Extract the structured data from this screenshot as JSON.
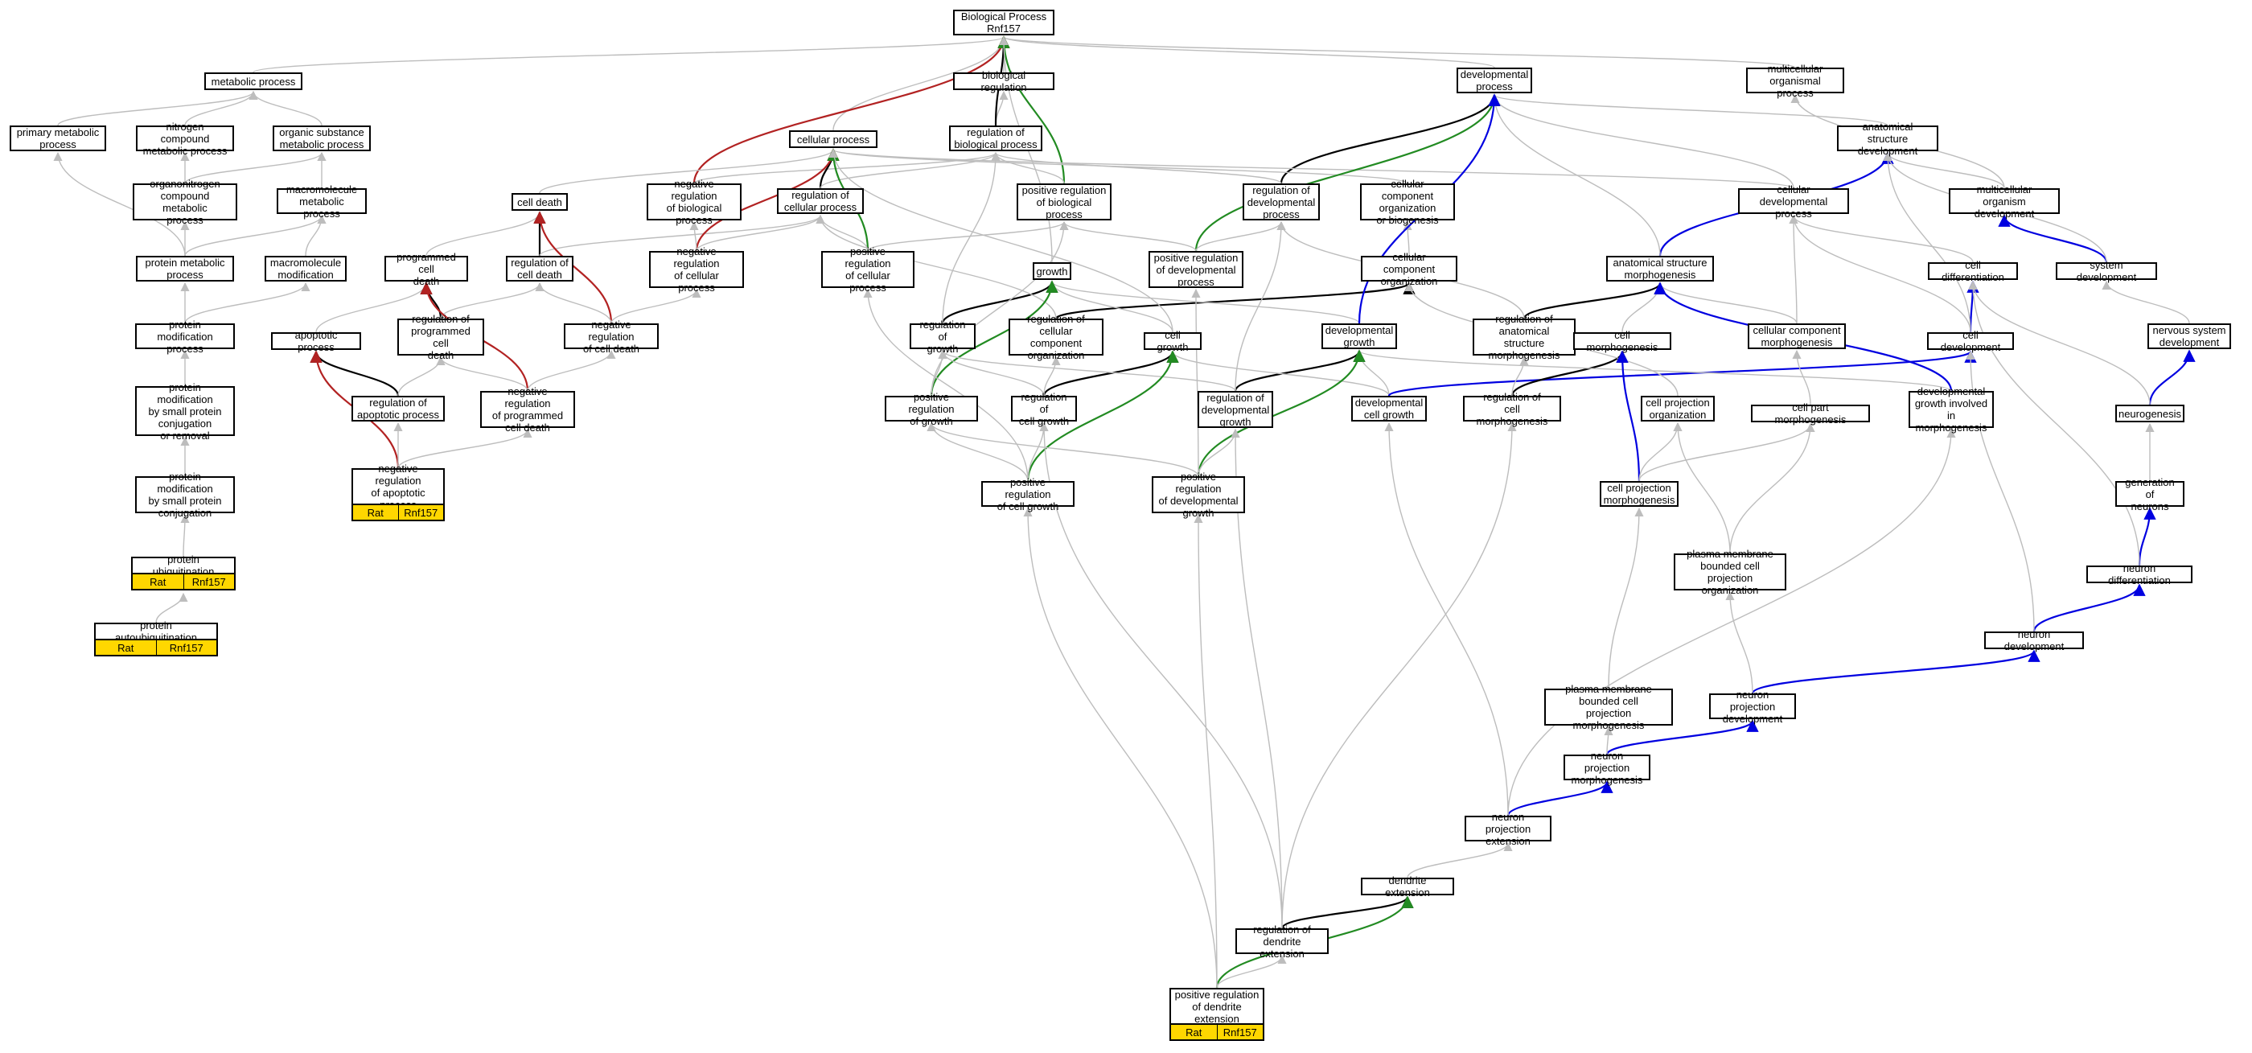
{
  "colors": {
    "gray": "#bdbdbd",
    "black": "#000000",
    "red": "#b22222",
    "green": "#228b22",
    "blue": "#0000e0",
    "annotation": "#ffd700"
  },
  "annotation_labels": {
    "species": "Rat",
    "gene": "Rnf157"
  },
  "nodes": [
    {
      "id": "root",
      "label": "Biological Process\nRnf157"
    },
    {
      "id": "metabolic",
      "label": "metabolic process"
    },
    {
      "id": "bioreg",
      "label": "biological regulation"
    },
    {
      "id": "devproc",
      "label": "developmental\nprocess"
    },
    {
      "id": "multiorg",
      "label": "multicellular\norganismal process"
    },
    {
      "id": "primmet",
      "label": "primary metabolic\nprocess"
    },
    {
      "id": "nitro",
      "label": "nitrogen compound\nmetabolic process"
    },
    {
      "id": "organic",
      "label": "organic substance\nmetabolic process"
    },
    {
      "id": "cellproc",
      "label": "cellular process"
    },
    {
      "id": "regbio",
      "label": "regulation of\nbiological process"
    },
    {
      "id": "anatdev",
      "label": "anatomical structure\ndevelopment"
    },
    {
      "id": "organonitro",
      "label": "organonitrogen\ncompound metabolic\nprocess"
    },
    {
      "id": "macromet",
      "label": "macromolecule\nmetabolic process"
    },
    {
      "id": "celldeath",
      "label": "cell death"
    },
    {
      "id": "negregbio",
      "label": "negative regulation\nof biological\nprocess"
    },
    {
      "id": "regcell",
      "label": "regulation of\ncellular process"
    },
    {
      "id": "posregbio",
      "label": "positive regulation\nof biological\nprocess"
    },
    {
      "id": "regdev",
      "label": "regulation of\ndevelopmental\nprocess"
    },
    {
      "id": "ccob",
      "label": "cellular component\norganization\nor biogenesis"
    },
    {
      "id": "celldevproc",
      "label": "cellular developmental\nprocess"
    },
    {
      "id": "multidev",
      "label": "multicellular\norganism development"
    },
    {
      "id": "protmet",
      "label": "protein metabolic\nprocess"
    },
    {
      "id": "macromod",
      "label": "macromolecule\nmodification"
    },
    {
      "id": "progdeath",
      "label": "programmed cell\ndeath"
    },
    {
      "id": "regcelldeath",
      "label": "regulation of\ncell death"
    },
    {
      "id": "negregcell",
      "label": "negative regulation\nof cellular\nprocess"
    },
    {
      "id": "posregcell",
      "label": "positive regulation\nof cellular\nprocess"
    },
    {
      "id": "growth",
      "label": "growth"
    },
    {
      "id": "posregdev",
      "label": "positive regulation\nof developmental\nprocess"
    },
    {
      "id": "cco",
      "label": "cellular component\norganization"
    },
    {
      "id": "asm",
      "label": "anatomical structure\nmorphogenesis"
    },
    {
      "id": "celldiff",
      "label": "cell differentiation"
    },
    {
      "id": "sysdev",
      "label": "system development"
    },
    {
      "id": "protmodproc",
      "label": "protein modification\nprocess"
    },
    {
      "id": "apoptotic",
      "label": "apoptotic process"
    },
    {
      "id": "regprogdeath",
      "label": "regulation of\nprogrammed cell\ndeath"
    },
    {
      "id": "negregcelldeath",
      "label": "negative regulation\nof cell death"
    },
    {
      "id": "reggrowth",
      "label": "regulation of\ngrowth"
    },
    {
      "id": "regcco",
      "label": "regulation of\ncellular component\norganization"
    },
    {
      "id": "cellgrowth",
      "label": "cell growth"
    },
    {
      "id": "devgrowth",
      "label": "developmental\ngrowth"
    },
    {
      "id": "regasm",
      "label": "regulation of\nanatomical structure\nmorphogenesis"
    },
    {
      "id": "cellmorph",
      "label": "cell morphogenesis"
    },
    {
      "id": "ccm",
      "label": "cellular component\nmorphogenesis"
    },
    {
      "id": "celldev",
      "label": "cell development"
    },
    {
      "id": "nsdev",
      "label": "nervous system\ndevelopment"
    },
    {
      "id": "protmodremoval",
      "label": "protein modification\nby small protein\nconjugation\nor removal"
    },
    {
      "id": "regapop",
      "label": "regulation of\napoptotic process"
    },
    {
      "id": "negregprogdeath",
      "label": "negative regulation\nof programmed\ncell death"
    },
    {
      "id": "posreggrowth",
      "label": "positive regulation\nof growth"
    },
    {
      "id": "regcellgrowth",
      "label": "regulation of\ncell growth"
    },
    {
      "id": "regdevgrowth",
      "label": "regulation of\ndevelopmental\ngrowth"
    },
    {
      "id": "devcellgrowth",
      "label": "developmental\ncell growth"
    },
    {
      "id": "regcellmorph",
      "label": "regulation of\ncell morphogenesis"
    },
    {
      "id": "cpo",
      "label": "cell projection\norganization"
    },
    {
      "id": "cpm",
      "label": "cell part morphogenesis"
    },
    {
      "id": "devgrowthmorph",
      "label": "developmental\ngrowth involved\nin morphogenesis"
    },
    {
      "id": "neurogenesis",
      "label": "neurogenesis"
    },
    {
      "id": "protmodconj",
      "label": "protein modification\nby small protein\nconjugation"
    },
    {
      "id": "negregapop",
      "label": "negative regulation\nof apoptotic\nprocess",
      "annotated": true
    },
    {
      "id": "posregcellgrowth",
      "label": "positive regulation\nof cell growth"
    },
    {
      "id": "posregdevgrowth",
      "label": "positive regulation\nof developmental\ngrowth"
    },
    {
      "id": "cellprojmorph",
      "label": "cell projection\nmorphogenesis"
    },
    {
      "id": "genneurons",
      "label": "generation of\nneurons"
    },
    {
      "id": "protubiq",
      "label": "protein ubiquitination",
      "annotated": true
    },
    {
      "id": "pmbcpo",
      "label": "plasma membrane\nbounded cell\nprojection organization"
    },
    {
      "id": "neurondiff",
      "label": "neuron differentiation"
    },
    {
      "id": "protautoubiq",
      "label": "protein autoubiquitination",
      "annotated": true
    },
    {
      "id": "neurondev",
      "label": "neuron development"
    },
    {
      "id": "pmbcpm",
      "label": "plasma membrane\nbounded cell\nprojection morphogenesis"
    },
    {
      "id": "npdev",
      "label": "neuron projection\ndevelopment"
    },
    {
      "id": "npmorph",
      "label": "neuron projection\nmorphogenesis"
    },
    {
      "id": "npext",
      "label": "neuron projection\nextension"
    },
    {
      "id": "dendext",
      "label": "dendrite extension"
    },
    {
      "id": "regdendext",
      "label": "regulation of\ndendrite extension"
    },
    {
      "id": "posregdendext",
      "label": "positive regulation\nof dendrite\nextension",
      "annotated": true
    }
  ],
  "edges": [
    {
      "from": "metabolic",
      "to": "root",
      "color": "gray"
    },
    {
      "from": "bioreg",
      "to": "root",
      "color": "gray"
    },
    {
      "from": "devproc",
      "to": "root",
      "color": "gray"
    },
    {
      "from": "multiorg",
      "to": "root",
      "color": "gray"
    },
    {
      "from": "cellproc",
      "to": "root",
      "color": "gray"
    },
    {
      "from": "regbio",
      "to": "bioreg",
      "color": "gray"
    },
    {
      "from": "regbio",
      "to": "root",
      "color": "black"
    },
    {
      "from": "negregbio",
      "to": "root",
      "color": "red"
    },
    {
      "from": "posregbio",
      "to": "root",
      "color": "green"
    },
    {
      "from": "growth",
      "to": "root",
      "color": "gray"
    },
    {
      "from": "anatdev",
      "to": "devproc",
      "color": "gray"
    },
    {
      "from": "multidev",
      "to": "multiorg",
      "color": "gray"
    },
    {
      "from": "primmet",
      "to": "metabolic",
      "color": "gray"
    },
    {
      "from": "nitro",
      "to": "metabolic",
      "color": "gray"
    },
    {
      "from": "organic",
      "to": "metabolic",
      "color": "gray"
    },
    {
      "from": "organonitro",
      "to": "nitro",
      "color": "gray"
    },
    {
      "from": "organonitro",
      "to": "organic",
      "color": "gray"
    },
    {
      "from": "macromet",
      "to": "organic",
      "color": "gray"
    },
    {
      "from": "protmet",
      "to": "primmet",
      "color": "gray"
    },
    {
      "from": "protmet",
      "to": "organonitro",
      "color": "gray"
    },
    {
      "from": "protmet",
      "to": "macromet",
      "color": "gray"
    },
    {
      "from": "macromod",
      "to": "macromet",
      "color": "gray"
    },
    {
      "from": "protmodproc",
      "to": "protmet",
      "color": "gray"
    },
    {
      "from": "protmodproc",
      "to": "macromod",
      "color": "gray"
    },
    {
      "from": "protmodremoval",
      "to": "protmodproc",
      "color": "gray"
    },
    {
      "from": "protmodconj",
      "to": "protmodremoval",
      "color": "gray"
    },
    {
      "from": "protubiq",
      "to": "protmodconj",
      "color": "gray"
    },
    {
      "from": "protautoubiq",
      "to": "protubiq",
      "color": "gray"
    },
    {
      "from": "celldeath",
      "to": "cellproc",
      "color": "gray"
    },
    {
      "from": "negregbio",
      "to": "regbio",
      "color": "gray"
    },
    {
      "from": "regcell",
      "to": "cellproc",
      "color": "black"
    },
    {
      "from": "regcell",
      "to": "regbio",
      "color": "gray"
    },
    {
      "from": "posregbio",
      "to": "regbio",
      "color": "gray"
    },
    {
      "from": "regdev",
      "to": "devproc",
      "color": "black"
    },
    {
      "from": "regdev",
      "to": "regbio",
      "color": "gray"
    },
    {
      "from": "ccob",
      "to": "cellproc",
      "color": "gray"
    },
    {
      "from": "celldevproc",
      "to": "devproc",
      "color": "gray"
    },
    {
      "from": "celldevproc",
      "to": "cellproc",
      "color": "gray"
    },
    {
      "from": "multidev",
      "to": "anatdev",
      "color": "gray"
    },
    {
      "from": "progdeath",
      "to": "celldeath",
      "color": "gray"
    },
    {
      "from": "regcelldeath",
      "to": "celldeath",
      "color": "black"
    },
    {
      "from": "regcelldeath",
      "to": "regcell",
      "color": "gray"
    },
    {
      "from": "negregcell",
      "to": "cellproc",
      "color": "red"
    },
    {
      "from": "negregcell",
      "to": "negregbio",
      "color": "gray"
    },
    {
      "from": "negregcell",
      "to": "regcell",
      "color": "gray"
    },
    {
      "from": "posregcell",
      "to": "cellproc",
      "color": "green"
    },
    {
      "from": "posregcell",
      "to": "posregbio",
      "color": "gray"
    },
    {
      "from": "posregcell",
      "to": "regcell",
      "color": "gray"
    },
    {
      "from": "posregdev",
      "to": "devproc",
      "color": "green"
    },
    {
      "from": "posregdev",
      "to": "posregbio",
      "color": "gray"
    },
    {
      "from": "posregdev",
      "to": "regdev",
      "color": "gray"
    },
    {
      "from": "cco",
      "to": "ccob",
      "color": "gray"
    },
    {
      "from": "asm",
      "to": "anatdev",
      "color": "blue"
    },
    {
      "from": "asm",
      "to": "devproc",
      "color": "gray"
    },
    {
      "from": "celldiff",
      "to": "celldevproc",
      "color": "gray"
    },
    {
      "from": "sysdev",
      "to": "multidev",
      "color": "blue"
    },
    {
      "from": "sysdev",
      "to": "anatdev",
      "color": "gray"
    },
    {
      "from": "apoptotic",
      "to": "progdeath",
      "color": "gray"
    },
    {
      "from": "regprogdeath",
      "to": "progdeath",
      "color": "black"
    },
    {
      "from": "regprogdeath",
      "to": "regcelldeath",
      "color": "gray"
    },
    {
      "from": "negregcelldeath",
      "to": "celldeath",
      "color": "red"
    },
    {
      "from": "negregcelldeath",
      "to": "regcelldeath",
      "color": "gray"
    },
    {
      "from": "negregcelldeath",
      "to": "negregcell",
      "color": "gray"
    },
    {
      "from": "reggrowth",
      "to": "growth",
      "color": "black"
    },
    {
      "from": "reggrowth",
      "to": "regbio",
      "color": "gray"
    },
    {
      "from": "regcco",
      "to": "cco",
      "color": "black"
    },
    {
      "from": "regcco",
      "to": "regcell",
      "color": "gray"
    },
    {
      "from": "cellgrowth",
      "to": "growth",
      "color": "gray"
    },
    {
      "from": "cellgrowth",
      "to": "cellproc",
      "color": "gray"
    },
    {
      "from": "devgrowth",
      "to": "growth",
      "color": "gray"
    },
    {
      "from": "devgrowth",
      "to": "devproc",
      "color": "blue"
    },
    {
      "from": "regasm",
      "to": "asm",
      "color": "black"
    },
    {
      "from": "regasm",
      "to": "regdev",
      "color": "gray"
    },
    {
      "from": "cellmorph",
      "to": "asm",
      "color": "gray"
    },
    {
      "from": "ccm",
      "to": "asm",
      "color": "gray"
    },
    {
      "from": "ccm",
      "to": "celldevproc",
      "color": "gray"
    },
    {
      "from": "celldev",
      "to": "celldiff",
      "color": "blue"
    },
    {
      "from": "celldev",
      "to": "anatdev",
      "color": "gray"
    },
    {
      "from": "celldev",
      "to": "celldevproc",
      "color": "gray"
    },
    {
      "from": "nsdev",
      "to": "sysdev",
      "color": "gray"
    },
    {
      "from": "regapop",
      "to": "apoptotic",
      "color": "black"
    },
    {
      "from": "regapop",
      "to": "regprogdeath",
      "color": "gray"
    },
    {
      "from": "negregprogdeath",
      "to": "progdeath",
      "color": "red"
    },
    {
      "from": "negregprogdeath",
      "to": "regprogdeath",
      "color": "gray"
    },
    {
      "from": "negregprogdeath",
      "to": "negregcelldeath",
      "color": "gray"
    },
    {
      "from": "posreggrowth",
      "to": "growth",
      "color": "green"
    },
    {
      "from": "posreggrowth",
      "to": "reggrowth",
      "color": "gray"
    },
    {
      "from": "posreggrowth",
      "to": "posregbio",
      "color": "gray"
    },
    {
      "from": "regcellgrowth",
      "to": "cellgrowth",
      "color": "black"
    },
    {
      "from": "regcellgrowth",
      "to": "reggrowth",
      "color": "gray"
    },
    {
      "from": "regcellgrowth",
      "to": "regcco",
      "color": "gray"
    },
    {
      "from": "regdevgrowth",
      "to": "devgrowth",
      "color": "black"
    },
    {
      "from": "regdevgrowth",
      "to": "reggrowth",
      "color": "gray"
    },
    {
      "from": "regdevgrowth",
      "to": "regdev",
      "color": "gray"
    },
    {
      "from": "devcellgrowth",
      "to": "devgrowth",
      "color": "gray"
    },
    {
      "from": "devcellgrowth",
      "to": "cellgrowth",
      "color": "gray"
    },
    {
      "from": "devcellgrowth",
      "to": "celldev",
      "color": "blue"
    },
    {
      "from": "regcellmorph",
      "to": "cellmorph",
      "color": "black"
    },
    {
      "from": "regcellmorph",
      "to": "regasm",
      "color": "gray"
    },
    {
      "from": "cpo",
      "to": "cco",
      "color": "gray"
    },
    {
      "from": "cpm",
      "to": "ccm",
      "color": "gray"
    },
    {
      "from": "devgrowthmorph",
      "to": "asm",
      "color": "blue"
    },
    {
      "from": "devgrowthmorph",
      "to": "devgrowth",
      "color": "gray"
    },
    {
      "from": "neurogenesis",
      "to": "nsdev",
      "color": "blue"
    },
    {
      "from": "neurogenesis",
      "to": "celldiff",
      "color": "gray"
    },
    {
      "from": "negregapop",
      "to": "apoptotic",
      "color": "red"
    },
    {
      "from": "negregapop",
      "to": "regapop",
      "color": "gray"
    },
    {
      "from": "negregapop",
      "to": "negregprogdeath",
      "color": "gray"
    },
    {
      "from": "posregcellgrowth",
      "to": "cellgrowth",
      "color": "green"
    },
    {
      "from": "posregcellgrowth",
      "to": "regcellgrowth",
      "color": "gray"
    },
    {
      "from": "posregcellgrowth",
      "to": "posreggrowth",
      "color": "gray"
    },
    {
      "from": "posregcellgrowth",
      "to": "posregcell",
      "color": "gray"
    },
    {
      "from": "posregdevgrowth",
      "to": "devgrowth",
      "color": "green"
    },
    {
      "from": "posregdevgrowth",
      "to": "regdevgrowth",
      "color": "gray"
    },
    {
      "from": "posregdevgrowth",
      "to": "posreggrowth",
      "color": "gray"
    },
    {
      "from": "posregdevgrowth",
      "to": "posregdev",
      "color": "gray"
    },
    {
      "from": "cellprojmorph",
      "to": "cellmorph",
      "color": "blue"
    },
    {
      "from": "cellprojmorph",
      "to": "cpo",
      "color": "gray"
    },
    {
      "from": "cellprojmorph",
      "to": "cpm",
      "color": "gray"
    },
    {
      "from": "genneurons",
      "to": "neurogenesis",
      "color": "gray"
    },
    {
      "from": "pmbcpo",
      "to": "cpo",
      "color": "gray"
    },
    {
      "from": "pmbcpo",
      "to": "cpm",
      "color": "gray"
    },
    {
      "from": "neurondiff",
      "to": "genneurons",
      "color": "blue"
    },
    {
      "from": "neurondiff",
      "to": "celldiff",
      "color": "gray"
    },
    {
      "from": "neurondev",
      "to": "neurondiff",
      "color": "blue"
    },
    {
      "from": "neurondev",
      "to": "celldev",
      "color": "gray"
    },
    {
      "from": "pmbcpm",
      "to": "cellprojmorph",
      "color": "gray"
    },
    {
      "from": "npdev",
      "to": "neurondev",
      "color": "blue"
    },
    {
      "from": "npdev",
      "to": "pmbcpo",
      "color": "gray"
    },
    {
      "from": "npmorph",
      "to": "npdev",
      "color": "blue"
    },
    {
      "from": "npmorph",
      "to": "pmbcpm",
      "color": "gray"
    },
    {
      "from": "npext",
      "to": "npmorph",
      "color": "blue"
    },
    {
      "from": "npext",
      "to": "devcellgrowth",
      "color": "gray"
    },
    {
      "from": "npext",
      "to": "devgrowthmorph",
      "color": "gray"
    },
    {
      "from": "dendext",
      "to": "npext",
      "color": "gray"
    },
    {
      "from": "regdendext",
      "to": "dendext",
      "color": "black"
    },
    {
      "from": "regdendext",
      "to": "regcellgrowth",
      "color": "gray"
    },
    {
      "from": "regdendext",
      "to": "regdevgrowth",
      "color": "gray"
    },
    {
      "from": "regdendext",
      "to": "regcellmorph",
      "color": "gray"
    },
    {
      "from": "posregdendext",
      "to": "dendext",
      "color": "green"
    },
    {
      "from": "posregdendext",
      "to": "regdendext",
      "color": "gray"
    },
    {
      "from": "posregdendext",
      "to": "posregcellgrowth",
      "color": "gray"
    },
    {
      "from": "posregdendext",
      "to": "posregdevgrowth",
      "color": "gray"
    }
  ]
}
